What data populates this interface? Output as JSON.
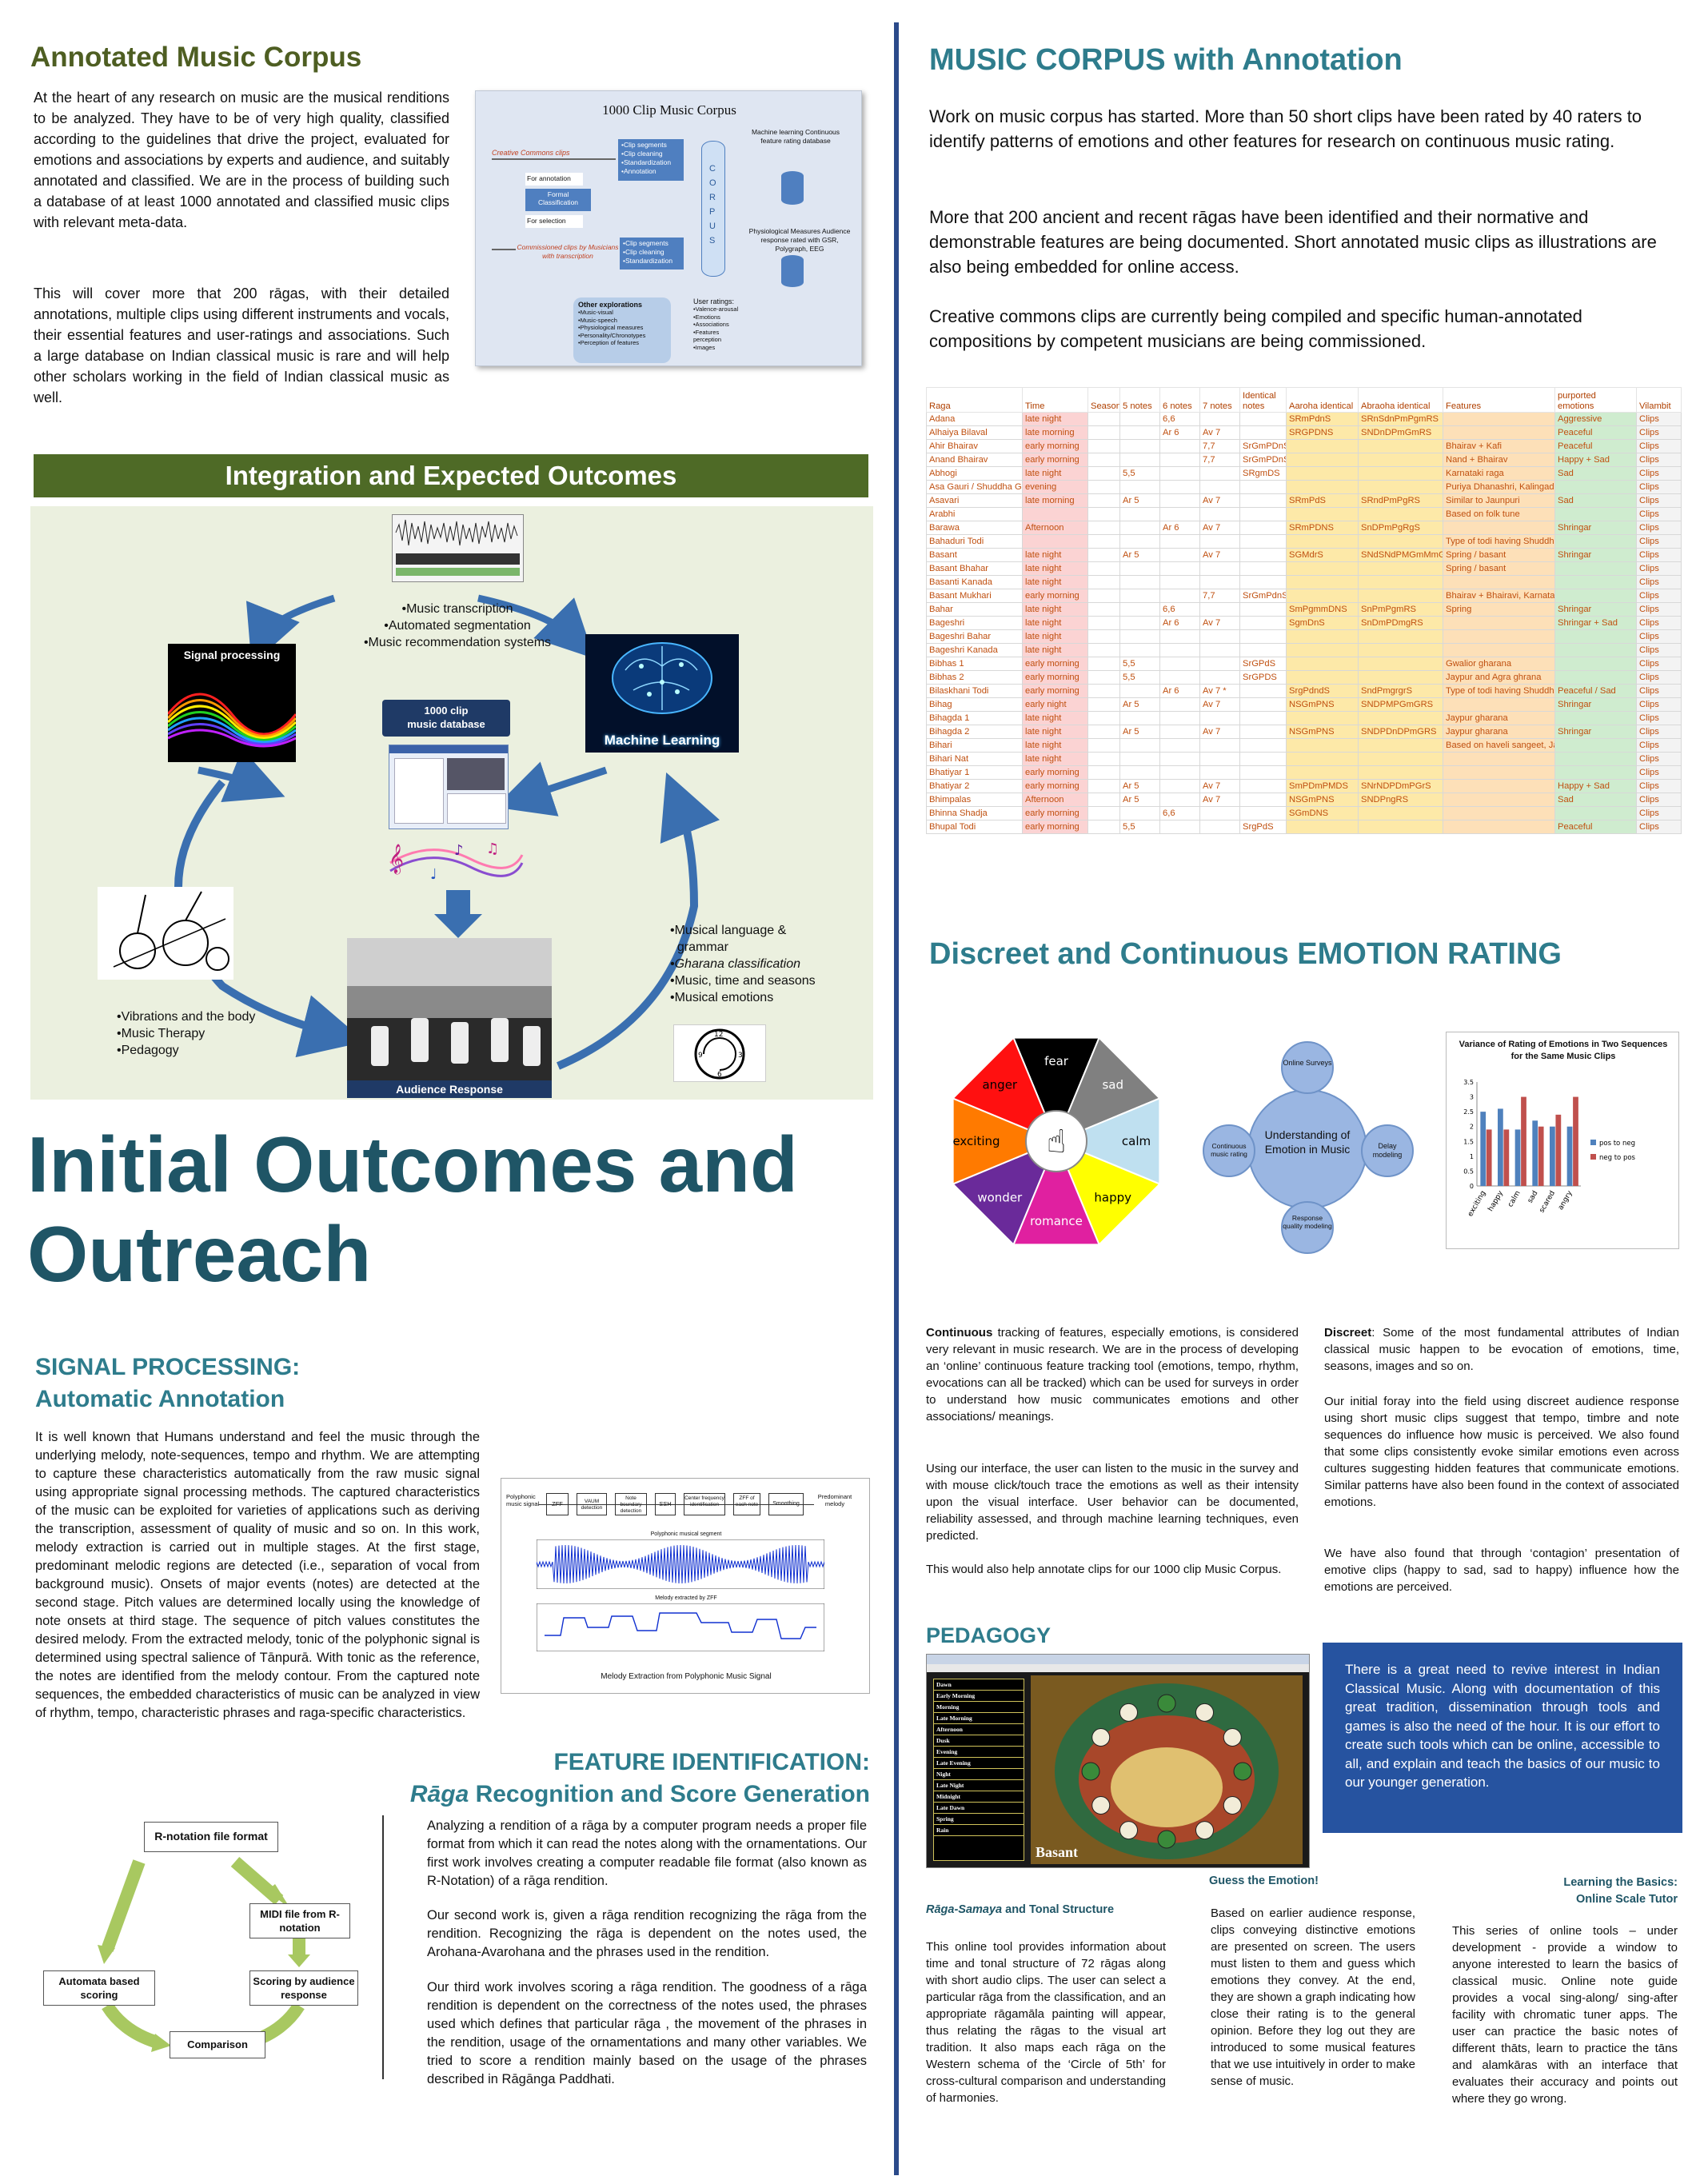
{
  "left": {
    "corpus": {
      "title": "Annotated Music Corpus",
      "p1": "At the heart of any research on music are the musical renditions to be analyzed. They have to be of very high quality, classified according to the guidelines that drive the project, evaluated for emotions and associations by experts and audience, and suitably annotated and classified. We are in the process of building such a database of at least 1000 annotated and classified music clips with relevant meta-data.",
      "p2": "This will cover more that 200 rāgas, with their detailed annotations, multiple clips using different instruments and vocals, their essential features and user-ratings and associations. Such a large database on Indian classical music is rare and will help other scholars working in the field of Indian classical music as well.",
      "diagram": {
        "title": "1000 Clip Music Corpus",
        "cc_label": "Creative Commons clips",
        "cc_items": "•Clip segments\n•Clip cleaning\n•Standardization\n•Annotation",
        "for_annotation": "For annotation",
        "formal": "Formal Classification",
        "for_selection": "For selection",
        "commissioned": "Commissioned clips by Musicians with transcription",
        "comm_items": "•Clip segments\n•Clip cleaning\n•Standardization",
        "corpus_letters": "CORPUS",
        "ml_label": "Machine learning Continuous feature rating database",
        "phys_label": "Physiological Measures Audience response rated with GSR, Polygraph, EEG",
        "other_title": "Other explorations",
        "other_items": "•Music-visual\n•Music-speech\n•Physiological measures\n•Personality/Chronotypes\n•Perception of features",
        "ratings_title": "User ratings:",
        "ratings_items": "•Valence-arousal\n•Emotions\n•Associations\n•Features\n perception\n•Images"
      }
    },
    "integration": {
      "banner": "Integration and  Expected Outcomes",
      "top_list": [
        "•Music transcription",
        "•Automated segmentation",
        "•Music recommendation systems"
      ],
      "signal": "Signal processing",
      "db": "1000 clip\nmusic database",
      "ml": "Machine Learning",
      "right_list": [
        "•Musical language &",
        "  grammar",
        "•Gharana classification",
        "•Music, time and seasons",
        "•Musical emotions"
      ],
      "left_list": [
        "•Vibrations and the body",
        "•Music Therapy",
        "•Pedagogy"
      ],
      "audience": "Audience Response"
    },
    "outreach": {
      "line1": "Initial Outcomes and",
      "line2": "Outreach"
    },
    "signal": {
      "title1": "SIGNAL PROCESSING:",
      "title2": "Automatic Annotation",
      "text": "It is well known that Humans understand and feel the music through the underlying melody, note-sequences, tempo and rhythm. We are attempting to capture these characteristics automatically from the raw music signal using appropriate signal processing methods. The captured characteristics of the music can be exploited for varieties of applications such as deriving the transcription, assessment of quality of music and so on. In this work, melody extraction is carried out in multiple stages. At the first stage, predominant melodic regions are detected (i.e., separation of vocal from background music). Onsets of major events (notes) are detected at the second stage. Pitch values are determined locally using the knowledge of note onsets at third stage. The sequence of pitch values constitutes the desired melody. From the extracted melody, tonic of the polyphonic signal is determined using spectral salience of Tānpurā. With tonic as the reference, the notes are identified from the melody contour. From the captured note sequences, the embedded characteristics of music can be analyzed in view of rhythm, tempo, characteristic phrases and raga-specific characteristics.",
      "fig_blocks": [
        "Polyphonic music signal",
        "ZFF",
        "VAUM detection",
        "Note boundary detection",
        "SSH",
        "Center frequency identification",
        "ZFF of each note",
        "Smoothing",
        "Predominant melody"
      ],
      "fig_plot1": "Polyphonic musical segment",
      "fig_plot2": "Melody extracted by ZFF",
      "fig_caption": "Melody Extraction from Polyphonic Music Signal"
    },
    "feature": {
      "title1": "FEATURE IDENTIFICATION:",
      "title2a": "Rāga",
      "title2b": " Recognition and Score Generation",
      "flow": {
        "rnot": "R-notation file format",
        "midi": "MIDI file from R-notation",
        "automata": "Automata based scoring",
        "scoring": "Scoring by audience response",
        "comparison": "Comparison"
      },
      "p1": "Analyzing a rendition of a rāga by a computer program needs a proper file format from which it can read the notes along with the ornamentations. Our first work involves creating a computer readable file format (also known as R-Notation) of a rāga rendition.",
      "p2": "Our second work is, given a rāga rendition recognizing the rāga from the rendition. Recognizing the rāga is dependent on the notes used, the Arohana-Avarohana and the phrases used in the rendition.",
      "p3": "Our third work involves scoring a rāga rendition. The goodness of a rāga rendition is dependent on the correctness of the notes used, the phrases used which defines that particular rāga , the movement of the phrases in the rendition, usage of the ornamentations and many other variables. We tried to score a rendition mainly based on the usage of the phrases described in Rāgānga Paddhati."
    }
  },
  "right": {
    "corpus": {
      "title": "MUSIC CORPUS with Annotation",
      "p1": "Work on music corpus has started. More than 50 short clips have been rated by 40 raters to identify patterns of emotions and other features for research on continuous music rating.",
      "p2": "More that 200 ancient and recent rāgas have been identified and their normative and demonstrable features are being documented. Short annotated music clips as illustrations are also being embedded for online access.",
      "p3": "Creative commons clips are currently being compiled and specific human-annotated compositions by competent musicians are being commissioned."
    },
    "table": {
      "headers": [
        "Raga",
        "Time",
        "Season",
        "5 notes",
        "6 notes",
        "7 notes",
        "Identical notes",
        "Aaroha identical",
        "Abraoha identical",
        "Features",
        "purported emotions",
        "Vilambit"
      ],
      "rows": [
        [
          "Adana",
          "late night",
          "",
          "",
          "6,6",
          "",
          "",
          "SRmPdnS",
          "SRnSdnPmPgmRS",
          "",
          "Aggressive",
          "Clips"
        ],
        [
          "Alhaiya Bilaval",
          "late morning",
          "",
          "",
          "Ar 6",
          "Av 7",
          "",
          "SRGPDNS",
          "SNDnDPmGmRS",
          "",
          "Peaceful",
          "Clips"
        ],
        [
          "Ahir Bhairav",
          "early morning",
          "",
          "",
          "",
          "7,7",
          "SrGmPDnS",
          "",
          "",
          "Bhairav + Kafi",
          "Peaceful",
          "Clips"
        ],
        [
          "Anand Bhairav",
          "early morning",
          "",
          "",
          "",
          "7,7",
          "SrGmPDnS",
          "",
          "",
          "Nand + Bhairav",
          "Happy + Sad",
          "Clips"
        ],
        [
          "Abhogi",
          "late night",
          "",
          "5,5",
          "",
          "",
          "SRgmDS",
          "",
          "",
          "Karnataki raga",
          "Sad",
          "Clips"
        ],
        [
          "Asa Gauri / Shuddha G",
          "evening",
          "",
          "",
          "",
          "",
          "",
          "",
          "",
          "Puriya Dhanashri, Kalingada Ang",
          "",
          "Clips"
        ],
        [
          "Asavari",
          "late morning",
          "",
          "Ar 5",
          "",
          "Av 7",
          "",
          "SRmPdS",
          "SRndPmPgRS",
          "Similar to Jaunpuri",
          "Sad",
          "Clips"
        ],
        [
          "Arabhi",
          "",
          "",
          "",
          "",
          "",
          "",
          "",
          "",
          "Based on folk tune",
          "",
          "Clips"
        ],
        [
          "Barawa",
          "Afternoon",
          "",
          "",
          "Ar 6",
          "Av 7",
          "",
          "SRmPDNS",
          "SnDPmPgRgS",
          "",
          "Shringar",
          "Clips"
        ],
        [
          "Bahaduri Todi",
          "",
          "",
          "",
          "",
          "",
          "",
          "",
          "",
          "Type of todi having Shuddha Madhyam",
          "",
          "Clips"
        ],
        [
          "Basant",
          "late night",
          "",
          "Ar 5",
          "",
          "Av 7",
          "",
          "SGMdrS",
          "SNdSNdPMGmMmGrS",
          "Spring / basant",
          "Shringar",
          "Clips"
        ],
        [
          "Basant Bhahar",
          "late night",
          "",
          "",
          "",
          "",
          "",
          "",
          "",
          "Spring / basant",
          "",
          "Clips"
        ],
        [
          "Basanti Kanada",
          "late night",
          "",
          "",
          "",
          "",
          "",
          "",
          "",
          "",
          "",
          "Clips"
        ],
        [
          "Basant Mukhari",
          "early morning",
          "",
          "",
          "",
          "7,7",
          "SrGmPdnS",
          "",
          "",
          "Bhairav + Bhairavi, Karnataki raga",
          "",
          "Clips"
        ],
        [
          "Bahar",
          "late night",
          "",
          "",
          "6,6",
          "",
          "",
          "SmPgmmDNS",
          "SnPmPgmRS",
          "Spring",
          "Shringar",
          "Clips"
        ],
        [
          "Bageshri",
          "late night",
          "",
          "",
          "Ar 6",
          "Av 7",
          "",
          "SgmDnS",
          "SnDmPDmgRS",
          "",
          "Shringar + Sad",
          "Clips"
        ],
        [
          "Bageshri Bahar",
          "late night",
          "",
          "",
          "",
          "",
          "",
          "",
          "",
          "",
          "",
          "Clips"
        ],
        [
          "Bageshri Kanada",
          "late night",
          "",
          "",
          "",
          "",
          "",
          "",
          "",
          "",
          "",
          "Clips"
        ],
        [
          "Bibhas 1",
          "early morning",
          "",
          "5,5",
          "",
          "",
          "SrGPdS",
          "",
          "",
          "Gwalior gharana",
          "",
          "Clips"
        ],
        [
          "Bibhas 2",
          "early morning",
          "",
          "5,5",
          "",
          "",
          "SrGPDS",
          "",
          "",
          "Jaypur and Agra ghrana",
          "",
          "Clips"
        ],
        [
          "Bilaskhani Todi",
          "early morning",
          "",
          "",
          "Ar 6",
          "Av 7 *",
          "",
          "SrgPdndS",
          "SndPmgrgrS",
          "Type of todi having Shuddha",
          "Peaceful / Sad",
          "Clips"
        ],
        [
          "Bihag",
          "early night",
          "",
          "Ar 5",
          "",
          "Av 7",
          "",
          "NSGmPNS",
          "SNDPMPGmGRS",
          "",
          "Shringar",
          "Clips"
        ],
        [
          "Bihagda 1",
          "late night",
          "",
          "",
          "",
          "",
          "",
          "",
          "",
          "Jaypur gharana",
          "",
          "Clips"
        ],
        [
          "Bihagda 2",
          "late night",
          "",
          "Ar 5",
          "",
          "Av 7",
          "",
          "NSGmPNS",
          "SNDPDnDPmGRS",
          "Jaypur gharana",
          "Shringar",
          "Clips"
        ],
        [
          "Bihari",
          "late night",
          "",
          "",
          "",
          "",
          "",
          "",
          "",
          "Based on haveli sangeet, Jaypur gharana, Alla",
          "",
          "Clips"
        ],
        [
          "Bihari Nat",
          "late night",
          "",
          "",
          "",
          "",
          "",
          "",
          "",
          "",
          "",
          "Clips"
        ],
        [
          "Bhatiyar 1",
          "early morning",
          "",
          "",
          "",
          "",
          "",
          "",
          "",
          "",
          "",
          "Clips"
        ],
        [
          "Bhatiyar 2",
          "early morning",
          "",
          "Ar 5",
          "",
          "Av 7",
          "",
          "SmPDmPMDS",
          "SNrNDPDmPGrS",
          "",
          "Happy + Sad",
          "Clips"
        ],
        [
          "Bhimpalas",
          "Afternoon",
          "",
          "Ar 5",
          "",
          "Av 7",
          "",
          "NSGmPNS",
          "SNDPngRS",
          "",
          "Sad",
          "Clips"
        ],
        [
          "Bhinna Shadja",
          "early morning",
          "",
          "",
          "6,6",
          "",
          "",
          "SGmDNS",
          "",
          "",
          "",
          "Clips"
        ],
        [
          "Bhupal Todi",
          "early morning",
          "",
          "5,5",
          "",
          "",
          "SrgPdS",
          "",
          "",
          "",
          "Peaceful",
          "Clips"
        ]
      ]
    },
    "emotion": {
      "title": "Discreet and Continuous EMOTION RATING",
      "wheel": [
        "fear",
        "sad",
        "calm",
        "happy",
        "romance",
        "wonder",
        "exciting",
        "anger"
      ],
      "hub": {
        "center": "Understanding of Emotion in Music",
        "top": "Online Surveys",
        "right": "Delay modeling",
        "bottom": "Response quality modeling",
        "left": "Continuous music rating"
      },
      "chart_title": "Variance of Rating of Emotions in Two Sequences for the Same Music Clips",
      "continuous_label": "Continuous",
      "continuous_text": " tracking of features, especially emotions, is considered very relevant in music research. We are in the process of developing an ‘online’ continuous feature tracking tool (emotions, tempo, rhythm, evocations can all be tracked) which can be used for surveys in order to understand how music communicates emotions and other associations/ meanings.",
      "continuous_p2": "Using our interface, the user can listen to the music in the survey and with mouse click/touch  trace the emotions as well as their intensity upon the visual interface. User behavior can be documented, reliability assessed, and through machine learning techniques, even predicted.",
      "continuous_p3": "This would also help annotate clips for our 1000 clip Music Corpus.",
      "discreet_label": "Discreet",
      "discreet_text": ": Some of the most fundamental attributes of Indian classical music happen to be evocation of emotions, time, seasons, images and so on.",
      "discreet_p2": "Our initial foray into the field using discreet audience response using short music clips suggest that tempo, timbre and note sequences do influence how music is perceived. We also found that some clips consistently evoke similar emotions even across cultures suggesting hidden features that communicate emotions. Similar patterns have also been found in the context of associated emotions.",
      "discreet_p3": "We have also found that through ‘contagion’ presentation of emotive clips (happy to sad, sad to happy) influence how the emotions are perceived."
    },
    "pedagogy": {
      "title": "PEDAGOGY",
      "screen_list": [
        "Dawn",
        "Early Morning",
        "Morning",
        "Late Morning",
        "Afternoon",
        "Dusk",
        "Evening",
        "Late Evening",
        "Night",
        "Late Night",
        "Midnight",
        "Late Dawn",
        "Spring",
        "Rain"
      ],
      "screen_label": "Basant",
      "blue_box": "There is a great need to revive interest in Indian Classical Music. Along with documentation of this great tradition, dissemination through tools and games is also the need of the hour. It is our effort to create such tools which can be online, accessible to all, and explain and teach the basics of our music to our younger generation.",
      "col1_title_a": "Rāga-Samaya",
      "col1_title_b": " and Tonal Structure",
      "col1_text": "This online tool provides information about time and tonal structure of 72 rāgas along with short audio clips. The user can select a particular rāga from the classification, and an appropriate rāgamāla painting will appear, thus relating the rāgas to the visual art tradition. It also maps each rāga on the Western schema of the ‘Circle of 5th’ for cross-cultural comparison and understanding of harmonies.",
      "col2_title": "Guess the Emotion!",
      "col2_text": "Based on earlier audience response, clips conveying distinctive emotions are presented on screen. The users must listen to them and guess which emotions they convey. At the end, they are shown a graph indicating how close their rating is to the general opinion. Before they log out they are introduced to some musical features that we use intuitively in order to make sense of music.",
      "col3_title1": "Learning the Basics:",
      "col3_title2": "Online Scale Tutor",
      "col3_text": "This series of online tools – under development - provide a window to anyone interested to learn the basics of classical music. Online note guide provides a vocal sing-along/ sing-after facility with chromatic tuner apps. The user can practice the basic notes of different thāts, learn to practice the tāns and alamkāras with an interface that evaluates their accuracy and points out where they go wrong."
    }
  },
  "chart_data": {
    "type": "bar",
    "title": "Variance of Rating of Emotions in Two Sequences for the Same Music Clips",
    "categories": [
      "exciting",
      "happy",
      "calm",
      "sad",
      "scared",
      "angry"
    ],
    "series": [
      {
        "name": "pos to neg",
        "values": [
          2.5,
          2.6,
          1.9,
          2.2,
          2.0,
          2.0
        ],
        "color": "#4f81bd"
      },
      {
        "name": "neg to pos",
        "values": [
          1.9,
          1.9,
          3.0,
          2.0,
          2.4,
          3.0
        ],
        "color": "#c0504d"
      }
    ],
    "ylim": [
      0,
      3.5
    ],
    "yticks": [
      0,
      0.5,
      1,
      1.5,
      2,
      2.5,
      3,
      3.5
    ],
    "legend": "right",
    "grid": false
  },
  "colors": {
    "divider": "#2b4a8a",
    "banner": "#4e6a26",
    "teal": "#2e7c8c",
    "blue_box": "#2653a0"
  }
}
